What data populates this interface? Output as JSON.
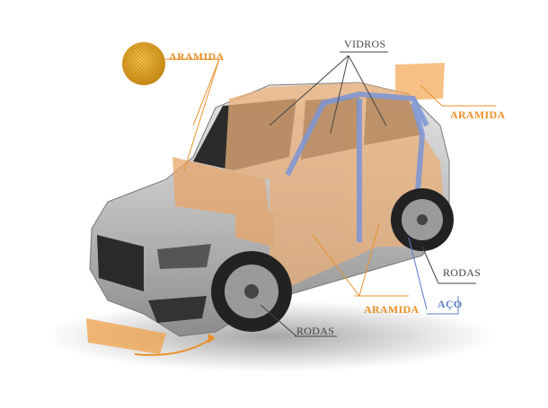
{
  "labels": {
    "aramida_top_left": "ARAMIDA",
    "vidros": "VIDROS",
    "aramida_top_right": "ARAMIDA",
    "rodas_right": "RODAS",
    "aramida_bottom": "ARAMIDA",
    "aco": "AÇO",
    "rodas_bottom": "RODAS"
  },
  "colors": {
    "aramid": "#e8912a",
    "steel": "#5b7cc4",
    "glass_label": "#444444",
    "car_body": "#c9c9c9"
  }
}
